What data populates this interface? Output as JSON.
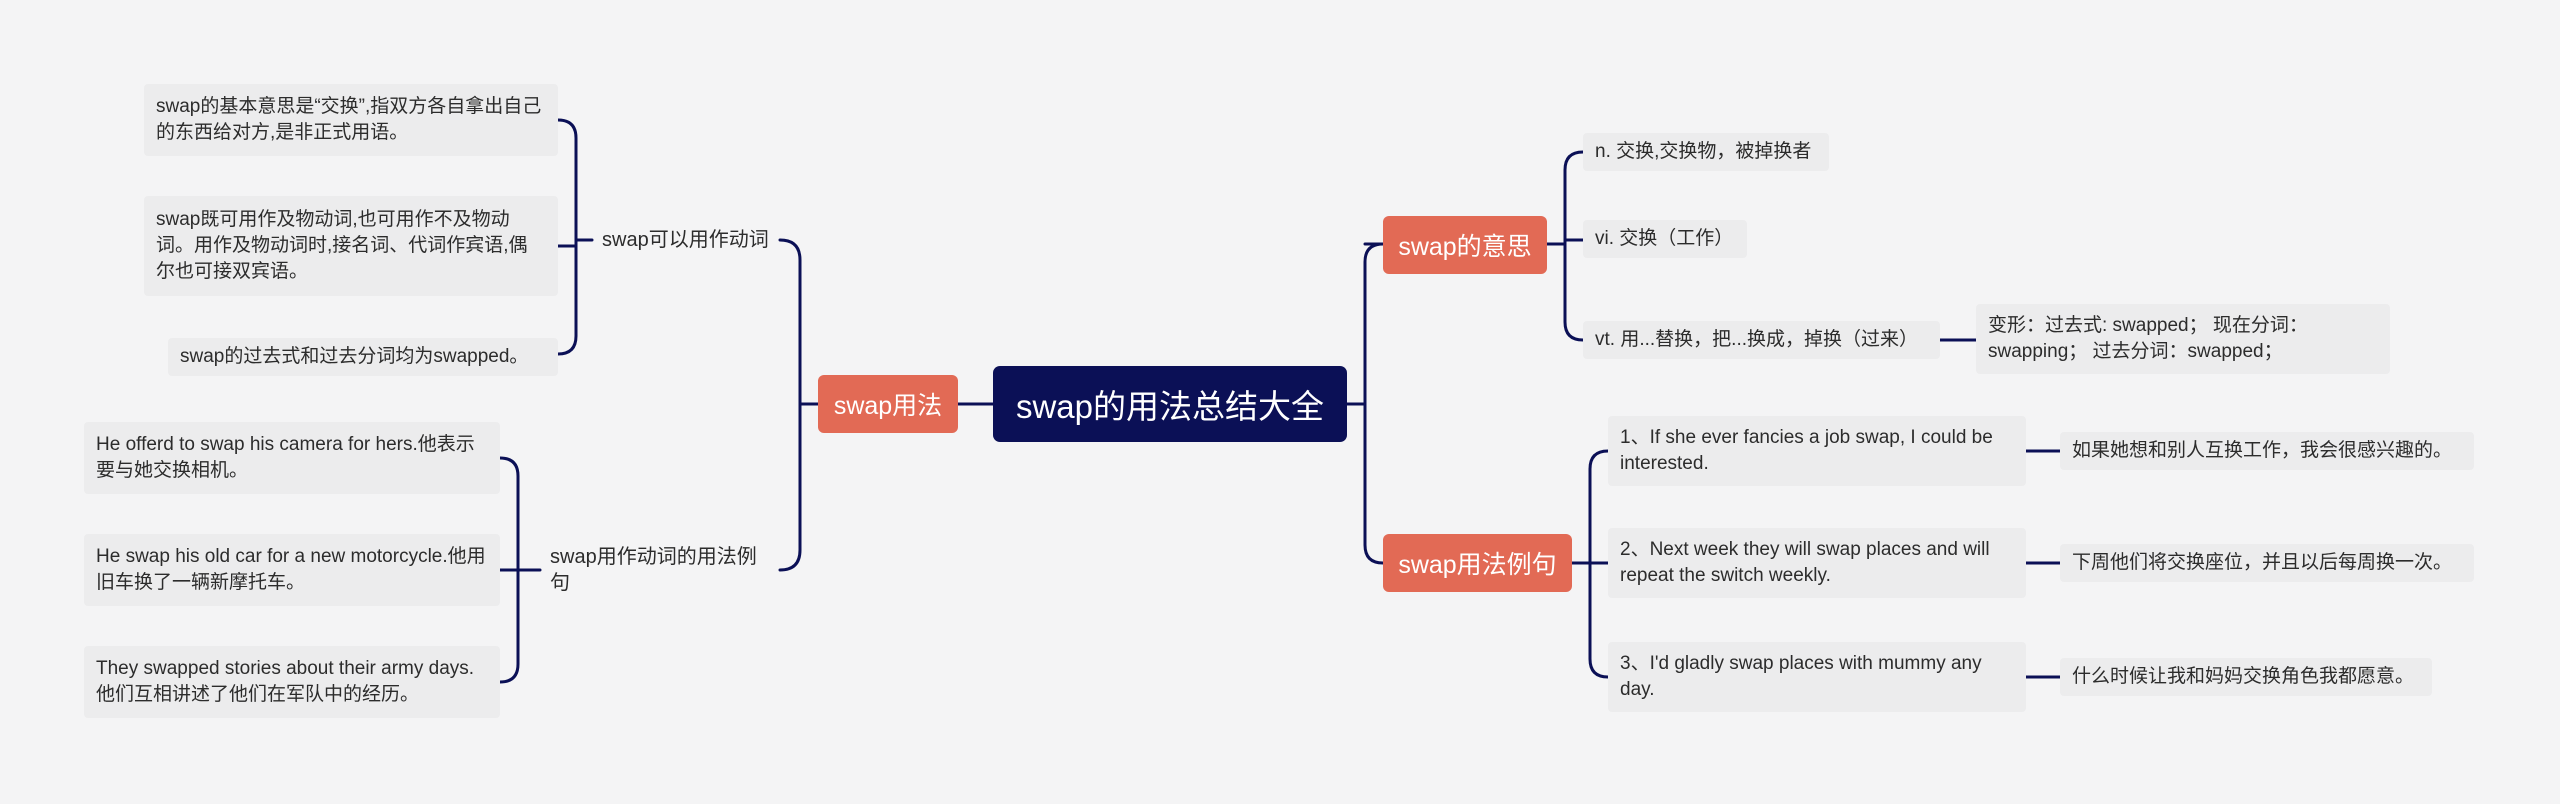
{
  "root": {
    "title": "swap的用法总结大全"
  },
  "left": {
    "usage": {
      "label": "swap用法",
      "verb": {
        "label": "swap可以用作动词",
        "leaves": [
          "swap的基本意思是“交换”,指双方各自拿出自己的东西给对方,是非正式用语。",
          "swap既可用作及物动词,也可用作不及物动词。用作及物动词时,接名词、代词作宾语,偶尔也可接双宾语。",
          "swap的过去式和过去分词均为swapped。"
        ]
      },
      "examples": {
        "label": "swap用作动词的用法例句",
        "leaves": [
          "He offerd to swap his camera for hers.他表示要与她交换相机。",
          "He swap his old car for a new motorcycle.他用旧车换了一辆新摩托车。",
          "They swapped stories about their army days.他们互相讲述了他们在军队中的经历。"
        ]
      }
    }
  },
  "right": {
    "meaning": {
      "label": "swap的意思",
      "items": [
        "n. 交换,交换物，被掉换者",
        "vi. 交换（工作）",
        "vt. 用...替换，把...换成，掉换（过来）"
      ],
      "forms": "变形：过去式: swapped；  现在分词：swapping；  过去分词：swapped；"
    },
    "examples": {
      "label": "swap用法例句",
      "items": [
        {
          "en": "1、If she ever fancies a job swap, I could be interested.",
          "zh": "如果她想和别人互换工作，我会很感兴趣的。"
        },
        {
          "en": "2、Next week they will swap places and will repeat the switch weekly.",
          "zh": "下周他们将交换座位，并且以后每周换一次。"
        },
        {
          "en": "3、I'd gladly swap places with mummy any day.",
          "zh": "什么时候让我和妈妈交换角色我都愿意。"
        }
      ]
    }
  },
  "colors": {
    "root": "#0b1056",
    "branch": "#e26a55",
    "line": "#0b1056",
    "leaf_bg": "#ececed",
    "background": "#f4f4f5"
  }
}
